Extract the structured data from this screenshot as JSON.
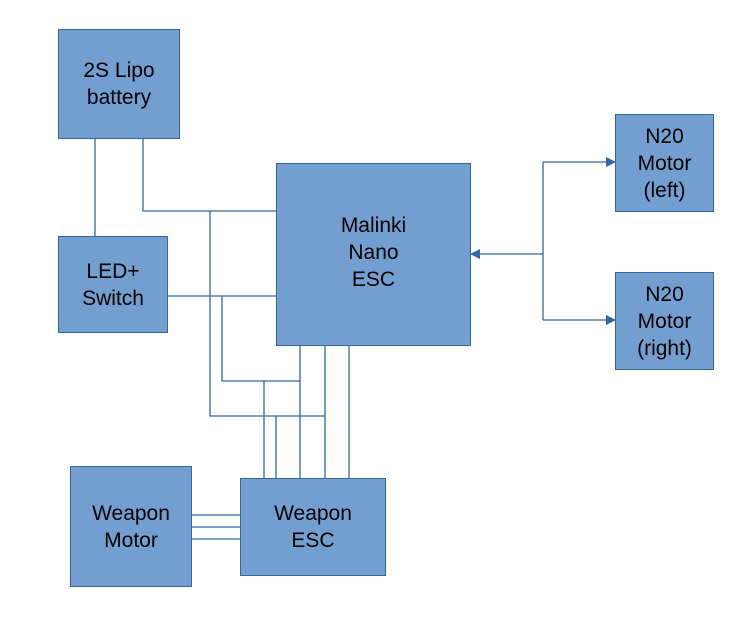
{
  "diagram": {
    "colors": {
      "box_fill": "#729fcf",
      "box_border": "#3465a4",
      "wire": "#3465a4"
    },
    "blocks": {
      "battery": {
        "label": "2S Lipo\nbattery"
      },
      "led_switch": {
        "label": "LED+\nSwitch"
      },
      "drive_esc": {
        "label": "Malinki\nNano\nESC"
      },
      "motor_left": {
        "label": "N20\nMotor\n(left)"
      },
      "motor_right": {
        "label": "N20\nMotor\n(right)"
      },
      "weapon_motor": {
        "label": "Weapon\nMotor"
      },
      "weapon_esc": {
        "label": "Weapon\nESC"
      }
    },
    "connections": [
      {
        "from": "battery",
        "to": "led_switch",
        "type": "wire"
      },
      {
        "from": "battery",
        "to": "drive_esc",
        "type": "wire"
      },
      {
        "from": "led_switch",
        "to": "drive_esc",
        "type": "wire"
      },
      {
        "from": "battery",
        "to": "weapon_esc",
        "type": "wire"
      },
      {
        "from": "led_switch",
        "to": "weapon_esc",
        "type": "wire"
      },
      {
        "from": "drive_esc",
        "to": "weapon_esc",
        "type": "wire",
        "count": 3
      },
      {
        "from": "weapon_esc",
        "to": "weapon_motor",
        "type": "wire",
        "count": 3
      },
      {
        "from": "motor_left",
        "to": "drive_esc",
        "type": "arrow"
      },
      {
        "from": "drive_esc",
        "to": "motor_left",
        "type": "arrow"
      },
      {
        "from": "drive_esc",
        "to": "motor_right",
        "type": "arrow"
      }
    ]
  }
}
